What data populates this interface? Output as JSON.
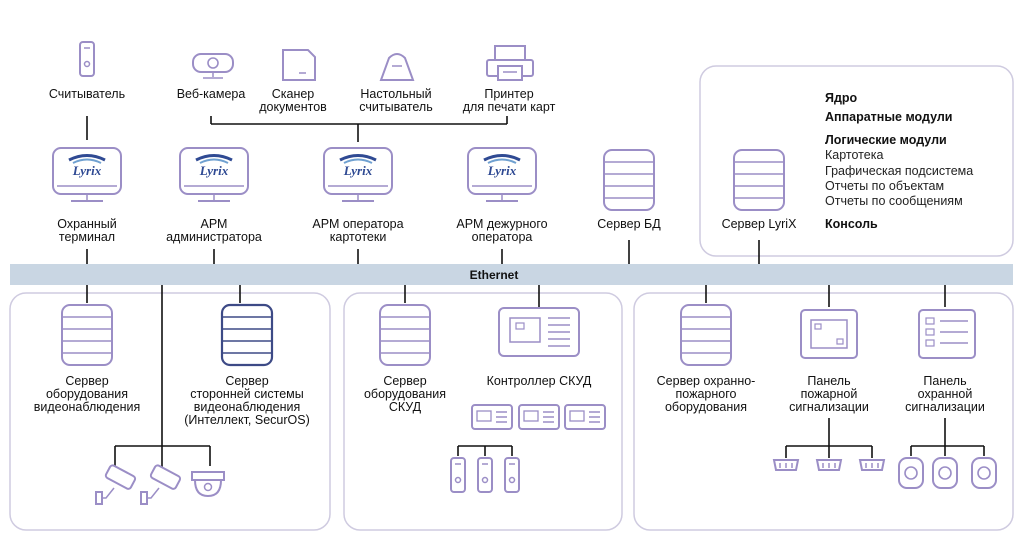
{
  "colors": {
    "ethernet_bar": "#c9d6e3",
    "icon_stroke": "#9b8ec6",
    "highlight_server": "#3d4a86",
    "logo_blue": "#2f4a93",
    "panel_border": "#cfcbe0"
  },
  "top_devices": {
    "reader": "Считыватель",
    "webcam": "Веб-камера",
    "scanner": [
      "Сканер",
      "документов"
    ],
    "desktop_reader": [
      "Настольный",
      "считыватель"
    ],
    "printer": [
      "Принтер",
      "для печати карт"
    ]
  },
  "workstations": {
    "guard_terminal": [
      "Охранный",
      "терминал"
    ],
    "admin": [
      "АРМ",
      "администратора"
    ],
    "card_operator": [
      "АРМ оператора",
      "картотеки"
    ],
    "duty_operator": [
      "АРМ дежурного",
      "оператора"
    ],
    "db_server": "Сервер БД",
    "lyrix_server": "Сервер LyriX",
    "logo_text": "Lyrix"
  },
  "lyrix_modules": {
    "core": "Ядро",
    "hardware": "Аппаратные модули",
    "logical": "Логические модули",
    "logical_items": [
      "Картотека",
      "Графическая подсистема",
      "Отчеты по объектам",
      "Отчеты по сообщениям"
    ],
    "console": "Консоль"
  },
  "network": {
    "label": "Ethernet"
  },
  "video_group": {
    "server": [
      "Сервер",
      "оборудования",
      "видеонаблюдения"
    ],
    "third_party": [
      "Сервер",
      "сторонней системы",
      "видеонаблюдения",
      "(Интеллект, SecurOS)"
    ]
  },
  "acs_group": {
    "server": [
      "Сервер",
      "оборудования",
      "СКУД"
    ],
    "controller": "Контроллер СКУД"
  },
  "fire_group": {
    "server": [
      "Сервер охранно-",
      "пожарного",
      "оборудования"
    ],
    "fire_panel": [
      "Панель",
      "пожарной",
      "сигнализации"
    ],
    "security_panel": [
      "Панель",
      "охранной",
      "сигнализации"
    ]
  }
}
